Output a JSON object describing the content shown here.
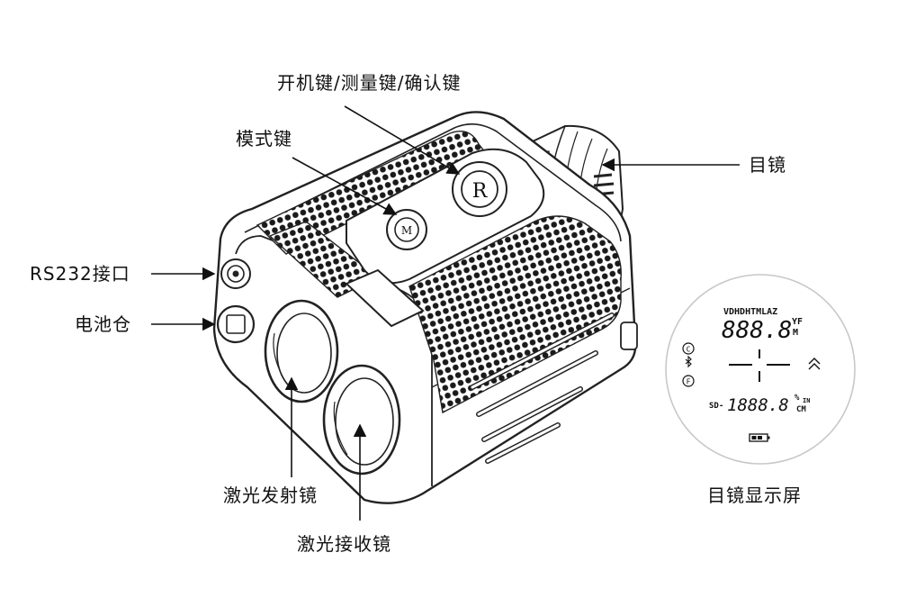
{
  "labels": {
    "power_button": "开机键/测量键/确认键",
    "mode_button": "模式键",
    "eyepiece": "目镜",
    "rs232_port": "RS232接口",
    "battery": "电池仓",
    "laser_emitter": "激光发射镜",
    "laser_receiver": "激光接收镜",
    "eyepiece_display": "目镜显示屏"
  },
  "display": {
    "mode_row": "VDHDHTMLAZ",
    "top_digits": "888.8",
    "unit_yf": "YF",
    "unit_m": "M",
    "sd_prefix": "SD-",
    "bottom_digits": "1888.8",
    "unit_percent": "%",
    "unit_in": "IN",
    "unit_cm": "CM",
    "icon_c": "C",
    "icon_f": "F",
    "mode_button_glyph": "M",
    "power_button_glyph": "R"
  }
}
